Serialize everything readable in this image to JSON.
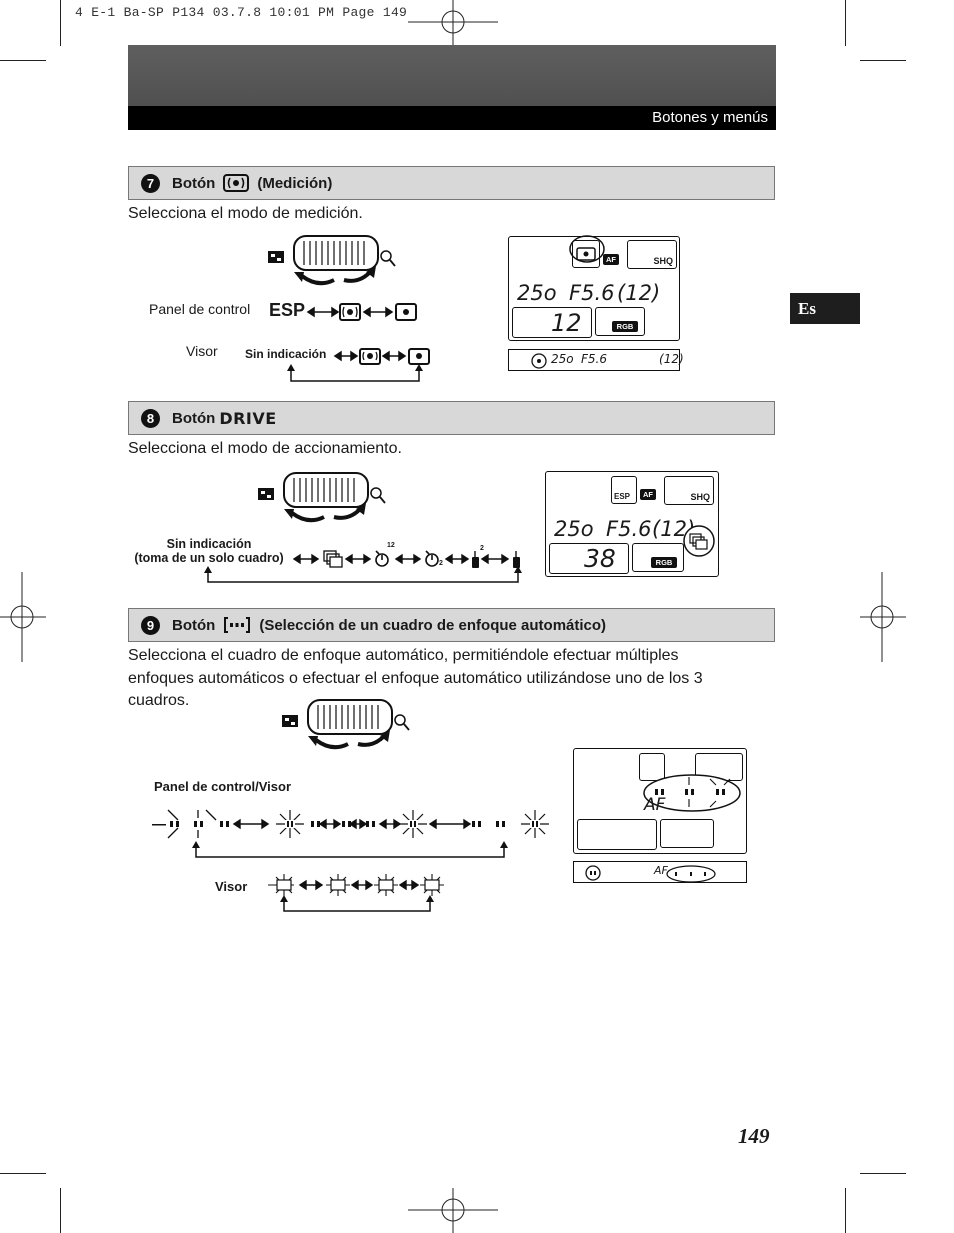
{
  "print_header": "4 E-1 Ba-SP P134  03.7.8 10:01 PM  Page 149",
  "banner": {
    "title": "Botones y menús"
  },
  "language_tab": "Es",
  "page_number": "149",
  "sections": [
    {
      "number": "7",
      "title_prefix": "Botón",
      "title_suffix": "(Medición)",
      "description": "Selecciona el modo de medición.",
      "panel_label": "Panel de control",
      "panel_first": "ESP",
      "visor_label": "Visor",
      "visor_first": "Sin indicación",
      "lcd": {
        "shutter": "25o",
        "aperture": "F5.6",
        "bracket": "12",
        "count": "12",
        "quality": "SHQ",
        "color": "RGB",
        "af": "AF"
      },
      "viewfinder": {
        "shutter": "25o",
        "aperture": "F5.6",
        "bracket": "12"
      }
    },
    {
      "number": "8",
      "title_prefix": "Botón",
      "title_keyword": "DRIVE",
      "description": "Selecciona el modo de accionamiento.",
      "sequence_first_line1": "Sin indicación",
      "sequence_first_line2": "(toma de un solo cuadro)",
      "timer_12": "12",
      "timer_2": "2",
      "remote_2": "2",
      "lcd": {
        "shutter": "25o",
        "aperture": "F5.6",
        "bracket": "12",
        "count": "38",
        "quality": "SHQ",
        "color": "RGB",
        "af": "AF",
        "esp": "ESP"
      }
    },
    {
      "number": "9",
      "title_prefix": "Botón",
      "title_suffix": "(Selección de un cuadro de enfoque automático)",
      "description_lines": [
        "Selecciona el cuadro de enfoque automático, permitiéndole efectuar múltiples",
        "enfoques automáticos o efectuar el enfoque automático utilizándose uno de los 3",
        "cuadros."
      ],
      "panel_label": "Panel de control/Visor",
      "visor_label": "Visor",
      "lcd_af": "AF"
    }
  ]
}
